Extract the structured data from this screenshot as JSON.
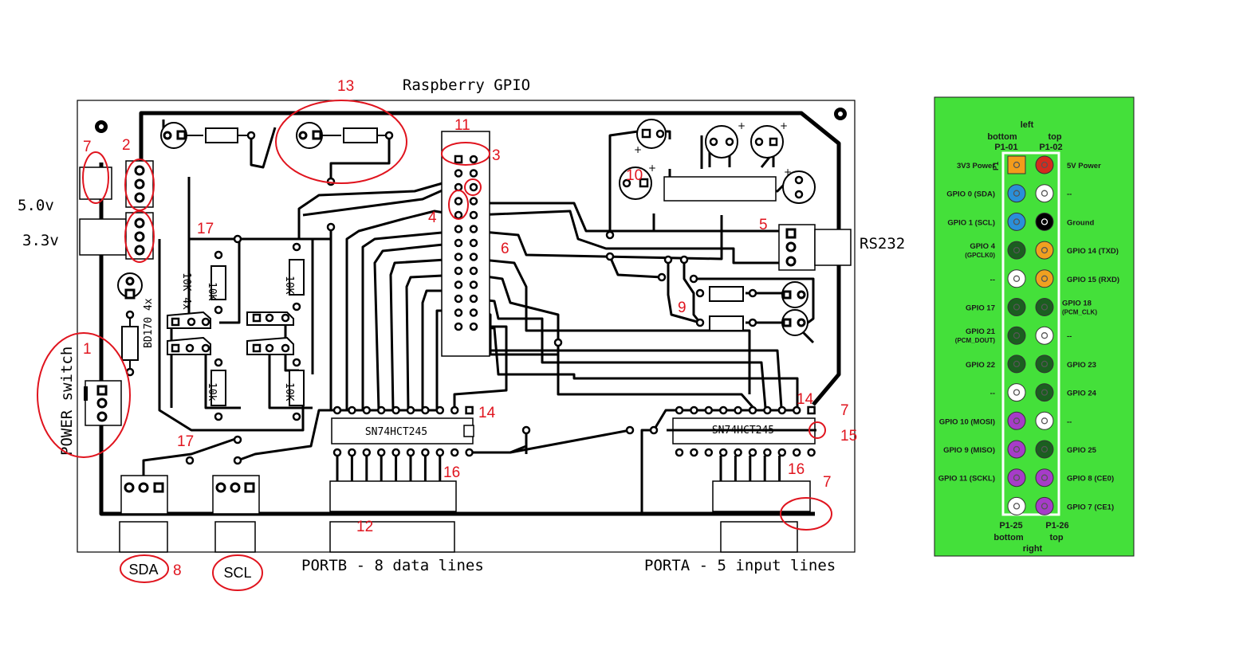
{
  "pcb": {
    "title": "Raspberry GPIO",
    "voltage_5": "5.0v",
    "voltage_33": "3.3v",
    "rs232": "RS232",
    "power_switch": "POWER switch",
    "sda": "SDA",
    "scl": "SCL",
    "portb": "PORTB - 8 data lines",
    "porta": "PORTA - 5 input lines",
    "chip1": "SN74HCT245",
    "chip2": "SN74HCT245",
    "bd170": "BD170 4x",
    "res": "10K",
    "res_lower": "10k",
    "res_vertical_label": "10K 4x"
  },
  "callouts": {
    "c1": "1",
    "c2": "2",
    "c3": "3",
    "c4": "4",
    "c5": "5",
    "c6": "6",
    "c7a": "7",
    "c7b": "7",
    "c7c": "7",
    "c8": "8",
    "c9": "9",
    "c10": "10",
    "c11": "11",
    "c12": "12",
    "c13": "13",
    "c14a": "14",
    "c14b": "14",
    "c15": "15",
    "c16a": "16",
    "c16b": "16",
    "c17a": "17",
    "c17b": "17"
  },
  "header": {
    "left": "left",
    "bottom": "bottom",
    "top": "top",
    "p101": "P1-01",
    "p102": "P1-02",
    "p125": "P1-25",
    "p126": "P1-26",
    "bottom2": "bottom",
    "top2": "top",
    "right": "right",
    "p1": "P1"
  },
  "gpio_rows": [
    {
      "left": "3V3 Power",
      "left_sub": "",
      "right": "5V Power",
      "right_sub": "",
      "lc": "#f39c1b",
      "rc": "#d42a1e",
      "lsq": true
    },
    {
      "left": "GPIO 0 (SDA)",
      "left_sub": "",
      "right": "--",
      "right_sub": "",
      "lc": "#2a8fd8",
      "rc": "#ffffff"
    },
    {
      "left": "GPIO 1 (SCL)",
      "left_sub": "",
      "right": "Ground",
      "right_sub": "",
      "lc": "#2a8fd8",
      "rc": "#000000"
    },
    {
      "left": "GPIO 4",
      "left_sub": "(GPCLK0)",
      "right": "GPIO 14 (TXD)",
      "right_sub": "",
      "lc": "#1b5e20",
      "rc": "#f0a020"
    },
    {
      "left": "--",
      "left_sub": "",
      "right": "GPIO 15 (RXD)",
      "right_sub": "",
      "lc": "#ffffff",
      "rc": "#f0a020"
    },
    {
      "left": "GPIO 17",
      "left_sub": "",
      "right": "GPIO 18",
      "right_sub": "(PCM_CLK)",
      "lc": "#1b5e20",
      "rc": "#1b5e20"
    },
    {
      "left": "GPIO 21",
      "left_sub": "(PCM_DOUT)",
      "right": "--",
      "right_sub": "",
      "lc": "#1b5e20",
      "rc": "#ffffff"
    },
    {
      "left": "GPIO 22",
      "left_sub": "",
      "right": "GPIO 23",
      "right_sub": "",
      "lc": "#1b5e20",
      "rc": "#1b5e20"
    },
    {
      "left": "--",
      "left_sub": "",
      "right": "GPIO 24",
      "right_sub": "",
      "lc": "#ffffff",
      "rc": "#1b5e20"
    },
    {
      "left": "GPIO 10 (MOSI)",
      "left_sub": "",
      "right": "--",
      "right_sub": "",
      "lc": "#a63cc8",
      "rc": "#ffffff"
    },
    {
      "left": "GPIO 9 (MISO)",
      "left_sub": "",
      "right": "GPIO 25",
      "right_sub": "",
      "lc": "#a63cc8",
      "rc": "#1b5e20"
    },
    {
      "left": "GPIO 11 (SCKL)",
      "left_sub": "",
      "right": "GPIO 8 (CE0)",
      "right_sub": "",
      "lc": "#a63cc8",
      "rc": "#a63cc8"
    },
    {
      "left": "",
      "left_sub": "",
      "right": "GPIO 7 (CE1)",
      "right_sub": "",
      "lc": "#ffffff",
      "rc": "#a63cc8"
    }
  ],
  "colors": {
    "panel_green": "#44e03a",
    "trace": "#000000",
    "callout_red": "#e0141e"
  }
}
